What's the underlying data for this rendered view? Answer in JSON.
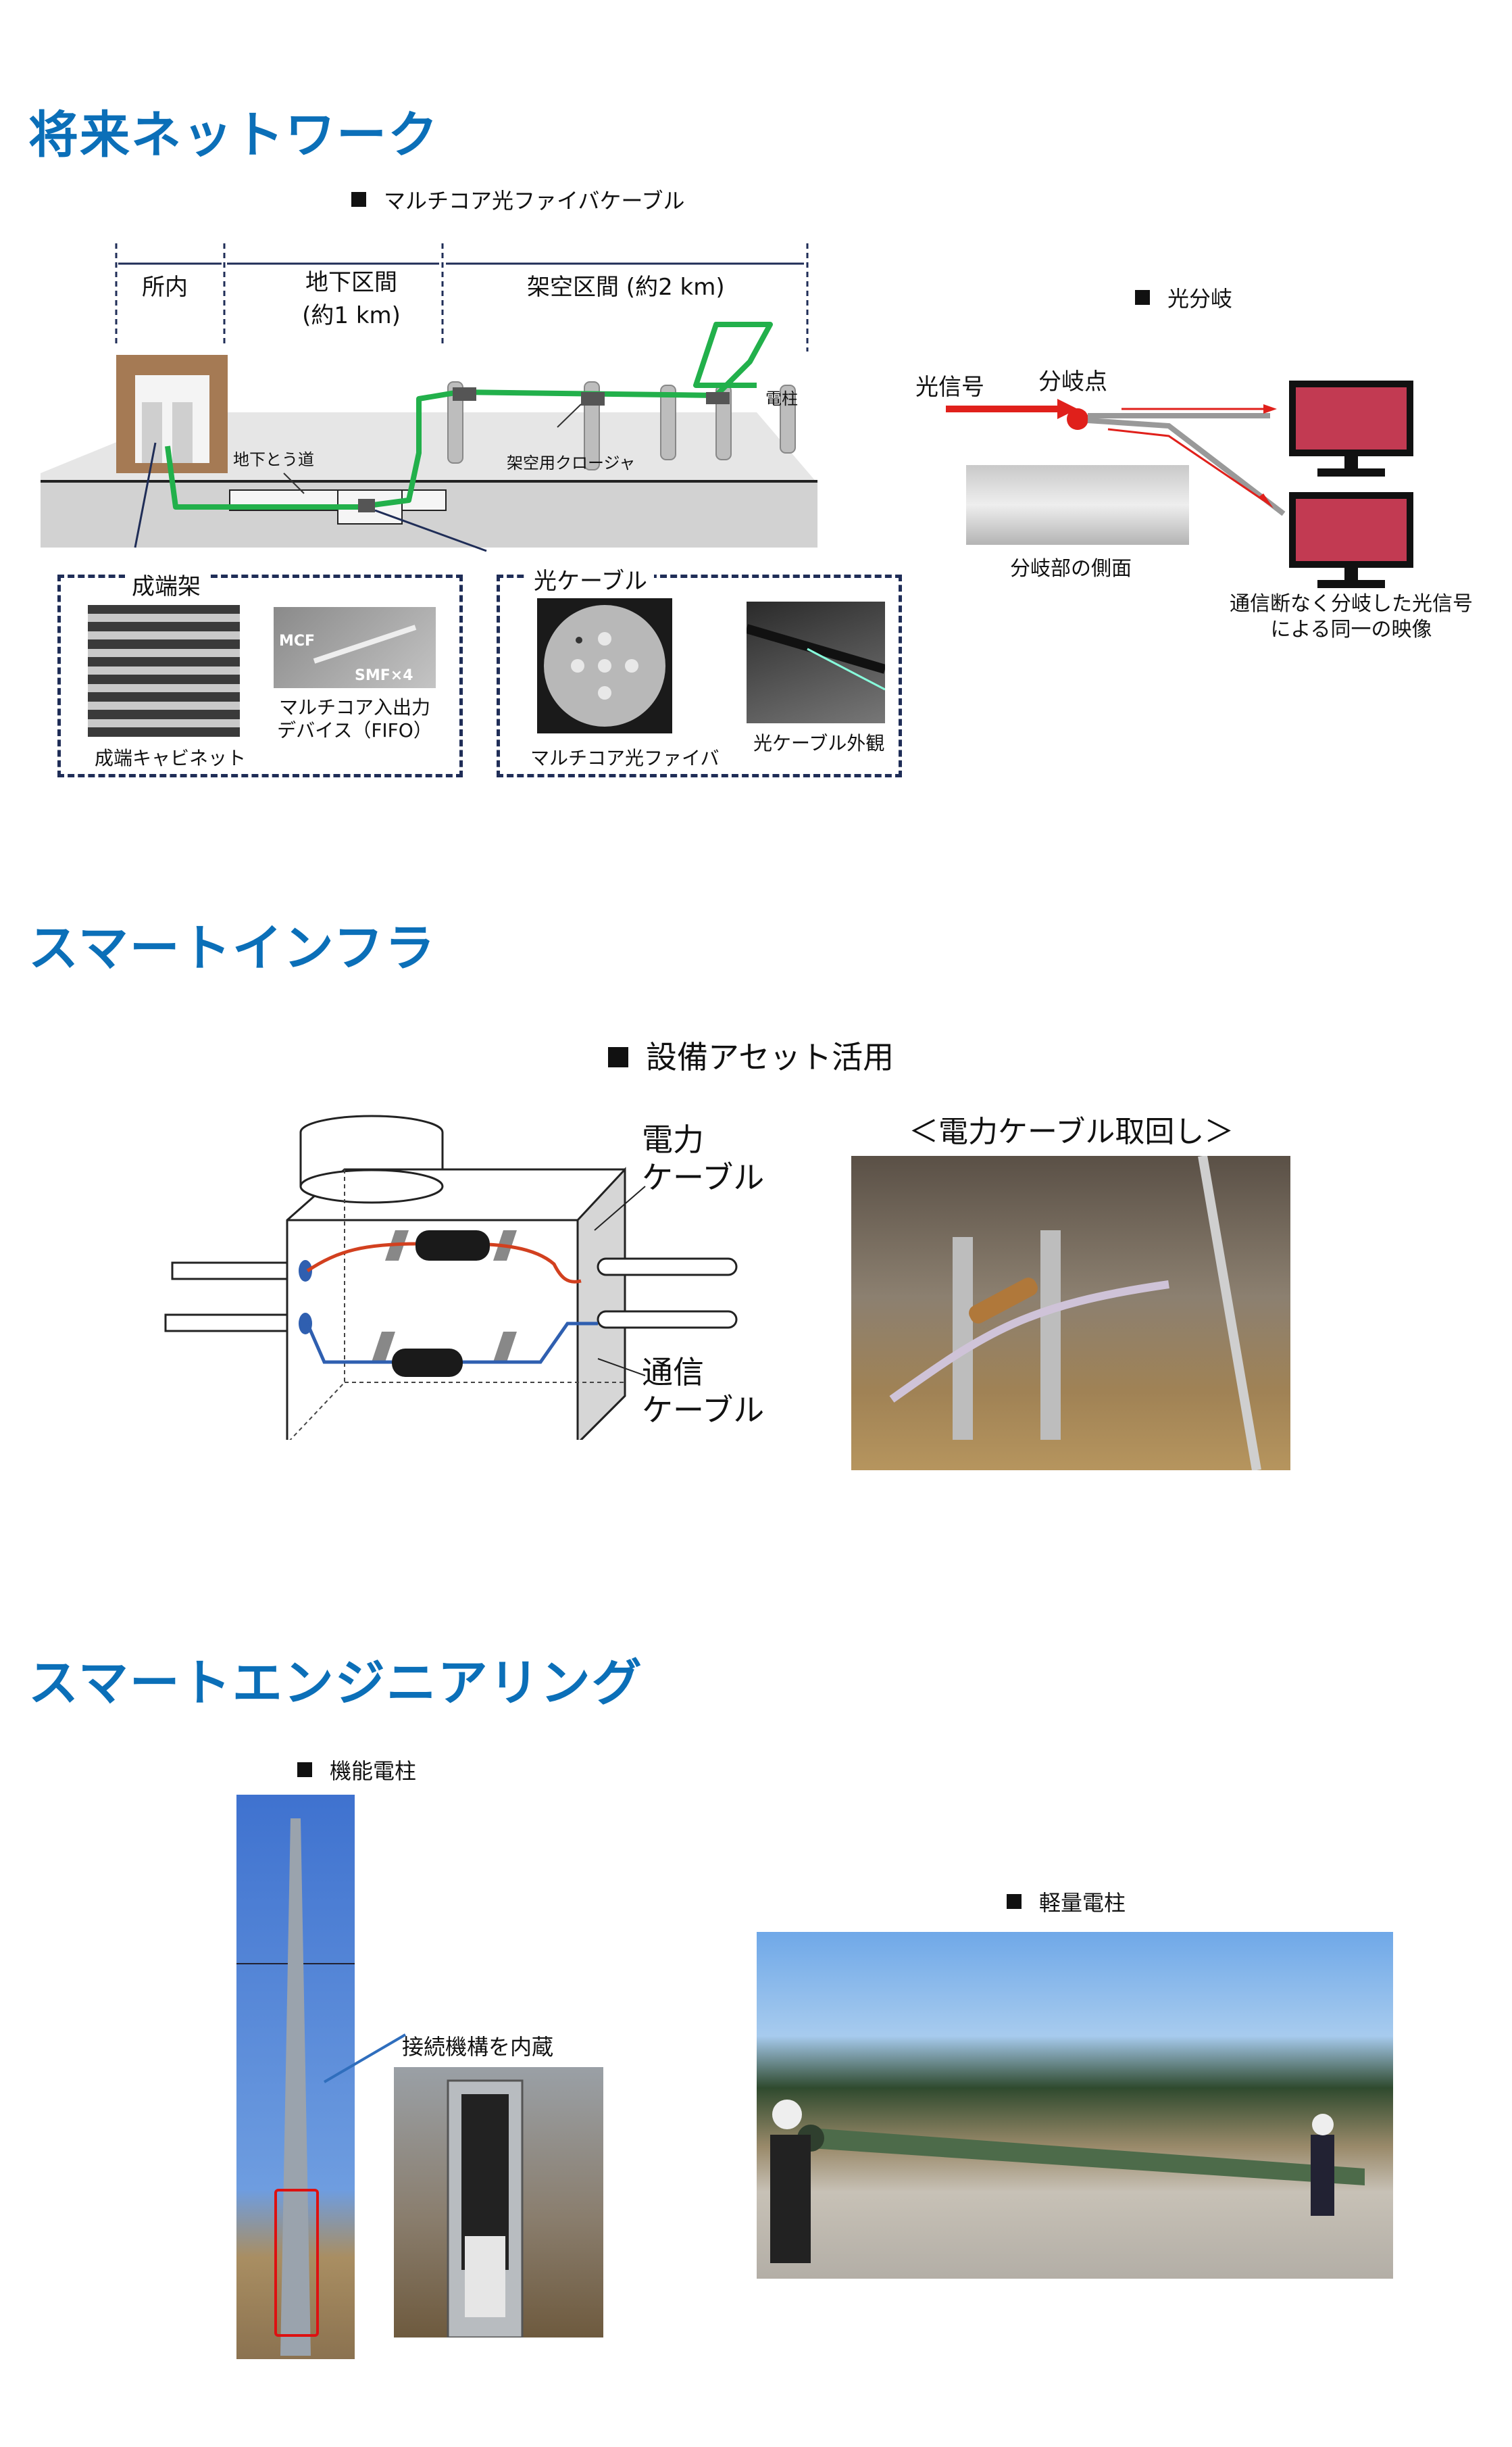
{
  "sections": {
    "future_network": {
      "title": "将来ネットワーク",
      "mcf_cable_label": "マルチコア光ファイバケーブル",
      "zones": {
        "inside": "所内",
        "underground": "地下区間",
        "underground_dist": "(約1 km)",
        "aerial": "架空区間 (約2 km)"
      },
      "labels": {
        "pole": "電柱",
        "tunnel": "地下とう道",
        "aerial_closure": "架空用クロージャ",
        "termination_rack": "成端架",
        "optical_cable": "光ケーブル",
        "mcf": "MCF",
        "smf": "SMF×4",
        "fifo_line1": "マルチコア入出力",
        "fifo_line2": "デバイス（FIFO）",
        "cabinet": "成端キャビネット",
        "mc_fiber": "マルチコア光ファイバ",
        "cable_appearance": "光ケーブル外観"
      },
      "splitter": {
        "title": "光分岐",
        "signal": "光信号",
        "branch_point": "分岐点",
        "side_view": "分岐部の側面",
        "caption_line1": "通信断なく分岐した光信号",
        "caption_line2": "による同一の映像"
      }
    },
    "smart_infra": {
      "title": "スマートインフラ",
      "asset_label": "設備アセット活用",
      "power_cable_line1": "電力",
      "power_cable_line2": "ケーブル",
      "comm_cable_line1": "通信",
      "comm_cable_line2": "ケーブル",
      "photo_caption": "＜電力ケーブル取回し＞"
    },
    "smart_eng": {
      "title": "スマートエンジニアリング",
      "functional_pole": "機能電柱",
      "built_in": "接続機構を内蔵",
      "light_pole": "軽量電柱"
    }
  },
  "colors": {
    "heading": "#0b6fb8",
    "fiber": "#22b04b",
    "dash": "#1f2d57",
    "power": "#d2401f",
    "comm": "#2f5fb0",
    "signal": "#e0201b"
  }
}
